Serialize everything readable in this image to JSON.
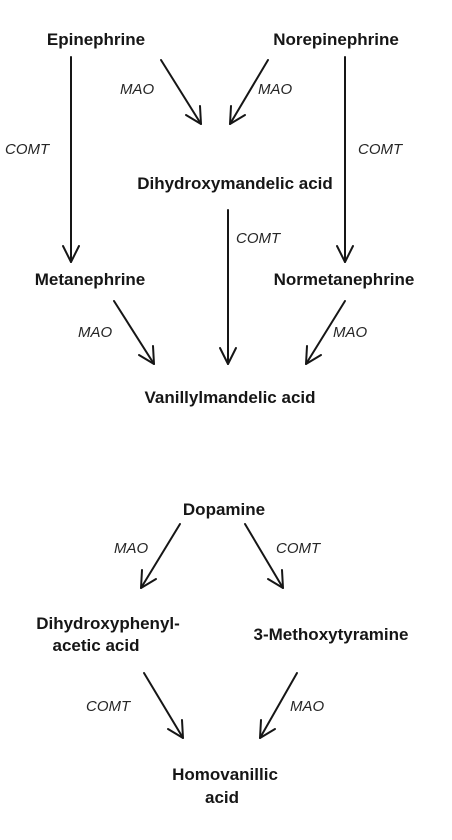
{
  "top_panel": {
    "epinephrine": "Epinephrine",
    "norepinephrine": "Norepinephrine",
    "dihydroxymandelic_acid": "Dihydroxymandelic acid",
    "metanephrine": "Metanephrine",
    "normetanephrine": "Normetanephrine",
    "vanillylmandelic_acid": "Vanillylmandelic acid",
    "enzymes": {
      "epi_to_metanephrine": "COMT",
      "epi_to_dihydroxymandelic": "MAO",
      "norepi_to_dihydroxymandelic": "MAO",
      "norepi_to_normetanephrine": "COMT",
      "dihydroxymandelic_to_vanillylmandelic": "COMT",
      "metanephrine_to_vanillylmandelic": "MAO",
      "normetanephrine_to_vanillylmandelic": "MAO"
    }
  },
  "bottom_panel": {
    "dopamine": "Dopamine",
    "dihydroxyphenylacetic_line1": "Dihydroxyphenyl-",
    "dihydroxyphenylacetic_line2": "acetic acid",
    "methoxytyramine": "3-Methoxytyramine",
    "homovanillic_line1": "Homovanillic",
    "homovanillic_line2": "acid",
    "enzymes": {
      "dopamine_to_dihydroxyphenylacetic": "MAO",
      "dopamine_to_methoxytyramine": "COMT",
      "dihydroxyphenylacetic_to_homovanillic": "COMT",
      "methoxytyramine_to_homovanillic": "MAO"
    }
  },
  "colors": {
    "panel_fill": "#d8cabb",
    "panel_border": "#5a5551",
    "highlight_glow": "#ffffff",
    "text": "#161616"
  }
}
